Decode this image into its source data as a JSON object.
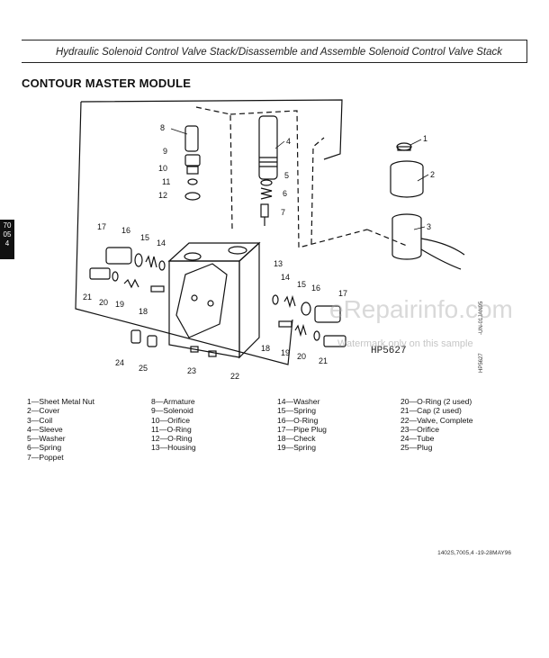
{
  "header": {
    "title": "Hydraulic Solenoid Control Valve Stack/Disassemble and Assemble Solenoid Control Valve Stack"
  },
  "section": {
    "title": "CONTOUR MASTER MODULE"
  },
  "side_tab": {
    "lines": [
      "70",
      "05",
      "4"
    ]
  },
  "figure": {
    "callouts": [
      "1",
      "2",
      "3",
      "4",
      "5",
      "6",
      "7",
      "8",
      "9",
      "10",
      "11",
      "12",
      "13",
      "14",
      "15",
      "16",
      "17",
      "18",
      "19",
      "20",
      "21",
      "22",
      "23",
      "24",
      "25"
    ],
    "figure_id": "HP5627",
    "side_code_1": "-UN-01JAN95",
    "side_code_2": "HP5627"
  },
  "legend": {
    "col1": [
      "1—Sheet Metal Nut",
      "2—Cover",
      "3—Coil",
      "4—Sleeve",
      "5—Washer",
      "6—Spring",
      "7—Poppet"
    ],
    "col2": [
      "8—Armature",
      "9—Solenoid",
      "10—Orifice",
      "11—O-Ring",
      "12—O-Ring",
      "13—Housing"
    ],
    "col3": [
      "14—Washer",
      "15—Spring",
      "16—O-Ring",
      "17—Pipe Plug",
      "18—Check",
      "19—Spring"
    ],
    "col4": [
      "20—O-Ring (2 used)",
      "21—Cap (2 used)",
      "22—Valve, Complete",
      "23—Orifice",
      "24—Tube",
      "25—Plug"
    ]
  },
  "footer": {
    "code": "1402S,7005,4   -19-28MAY96"
  },
  "watermark": {
    "main": "eRepairinfo.com",
    "sub": "Watermark only on this sample"
  }
}
